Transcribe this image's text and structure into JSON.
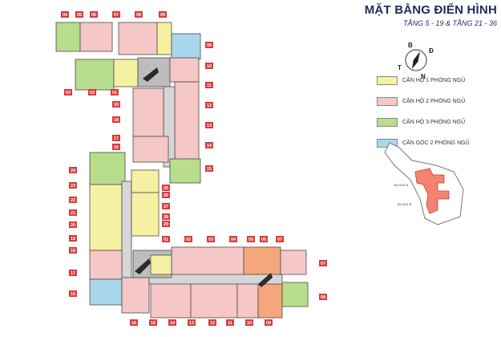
{
  "header": {
    "title": "MẶT BẰNG ĐIỂN HÌNH",
    "subtitle": "TẦNG 5 - 19 & TẦNG 21 - 36"
  },
  "compass": {
    "north": "B",
    "east": "Đ",
    "south": "N",
    "west": "T"
  },
  "legend": {
    "items": [
      {
        "label": "CĂN HỘ 1 PHÒNG NGỦ",
        "color": "#f6f1a2"
      },
      {
        "label": "CĂN HỘ 2 PHÒNG NGỦ",
        "color": "#f6c7c7"
      },
      {
        "label": "CĂN HỘ 3 PHÒNG NGỦ",
        "color": "#b8dd8c"
      },
      {
        "label": "CĂN GÓC 2 PHÒNG NGỦ",
        "color": "#a9d8ec"
      }
    ]
  },
  "site_plan": {
    "block_a": "BLOCK A",
    "block_b": "BLOCK B"
  },
  "units": {
    "top": [
      "04",
      "05",
      "06",
      "07",
      "08",
      "09"
    ],
    "upper_left": [
      "03",
      "02",
      "01"
    ],
    "right_column": [
      "09",
      "10",
      "11",
      "12",
      "13",
      "14",
      "15"
    ],
    "mid_left": [
      "19",
      "18",
      "17",
      "16"
    ],
    "left_column": [
      "24",
      "23",
      "22",
      "21",
      "20",
      "19",
      "18",
      "17",
      "16"
    ],
    "inner": [
      "25",
      "26",
      "27",
      "28",
      "29"
    ],
    "row_01_08": [
      "01",
      "02",
      "03",
      "04",
      "05",
      "06",
      "07",
      "08"
    ],
    "bottom": [
      "16",
      "15",
      "14",
      "13",
      "12",
      "11",
      "10",
      "09"
    ],
    "far_right": [
      "07",
      "08"
    ]
  }
}
